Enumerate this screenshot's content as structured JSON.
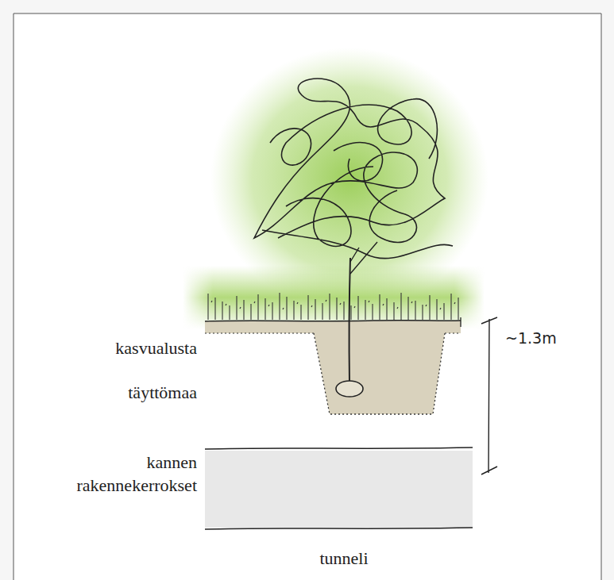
{
  "diagram": {
    "labels": [
      "kasvualusta",
      "täyttömaa",
      "kannen rakennekerrokset",
      "tunneli",
      "~1.3m"
    ]
  }
}
